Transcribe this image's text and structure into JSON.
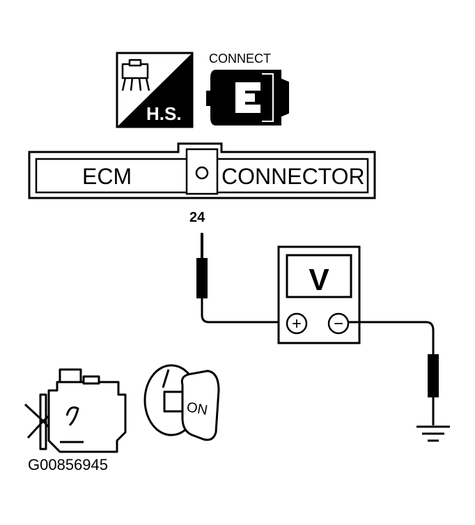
{
  "figure_id": "G00856945",
  "harness_badge": {
    "label": "H.S."
  },
  "connect_badge": {
    "label": "CONNECT"
  },
  "ecm_connector": {
    "left_label": "ECM",
    "right_label": "CONNECTOR",
    "pin_number": "24"
  },
  "voltmeter": {
    "display": "V",
    "positive_terminal": "+",
    "negative_terminal": "−"
  },
  "ignition": {
    "key_label": "ON"
  },
  "icons": {
    "harness": "harness-connector-icon",
    "connect": "connector-plug-icon",
    "engine": "engine-icon",
    "ignition": "ignition-key-icon",
    "ground": "ground-icon",
    "probe": "test-probe-icon"
  }
}
